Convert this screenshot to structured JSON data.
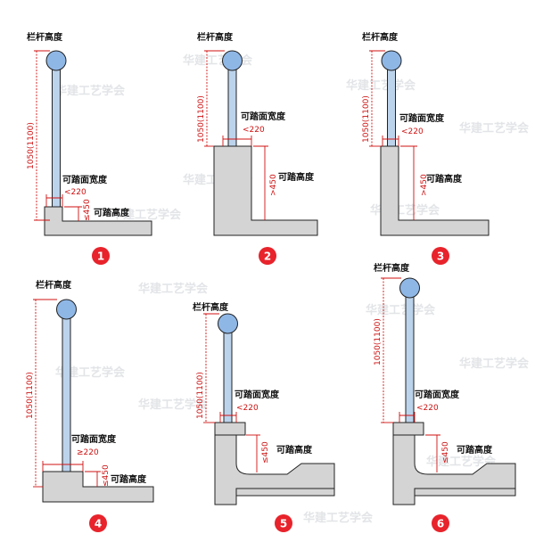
{
  "labels": {
    "railing_height": "栏杆高度",
    "step_width": "可踏面宽度",
    "step_height": "可踏高度",
    "height_value": "1050(1100)",
    "width_lt": "<220",
    "width_ge": "≥220",
    "height_le": "≤450",
    "height_gt": ">450"
  },
  "watermark": "华建工艺学会",
  "diagrams": [
    {
      "number": "1"
    },
    {
      "number": "2"
    },
    {
      "number": "3"
    },
    {
      "number": "4"
    },
    {
      "number": "5"
    },
    {
      "number": "6"
    }
  ],
  "colors": {
    "number_badge": "#e8232b",
    "post_fill": "#bcd3ec",
    "ball_fill": "#8fb7e6",
    "floor_fill": "#d4d4d4",
    "dimension": "#d01010"
  }
}
